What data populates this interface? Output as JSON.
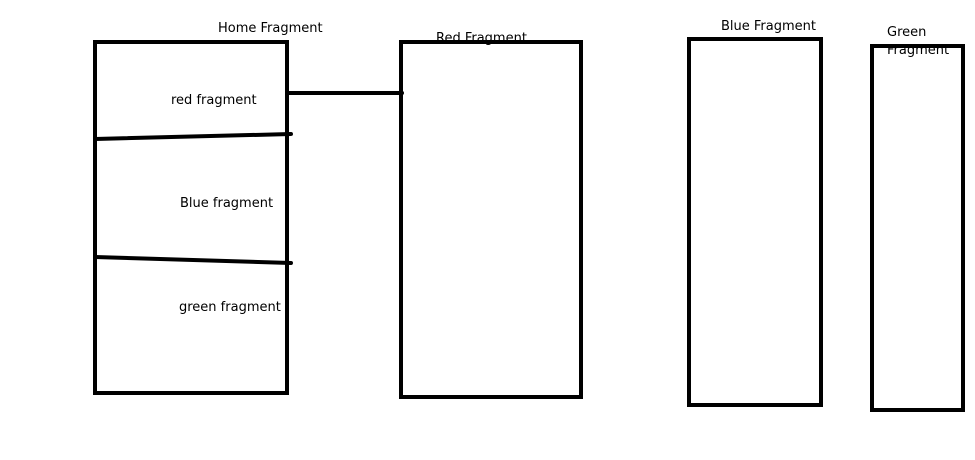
{
  "home_fragment": {
    "title": "Home Fragment",
    "sections": [
      {
        "label": "red fragment"
      },
      {
        "label": "Blue fragment"
      },
      {
        "label": "green fragment"
      }
    ]
  },
  "red_fragment": {
    "title": "Red Fragment"
  },
  "blue_fragment": {
    "title": "Blue Fragment"
  },
  "green_fragment": {
    "title_line1": "Green",
    "title_line2": "Fragment"
  }
}
